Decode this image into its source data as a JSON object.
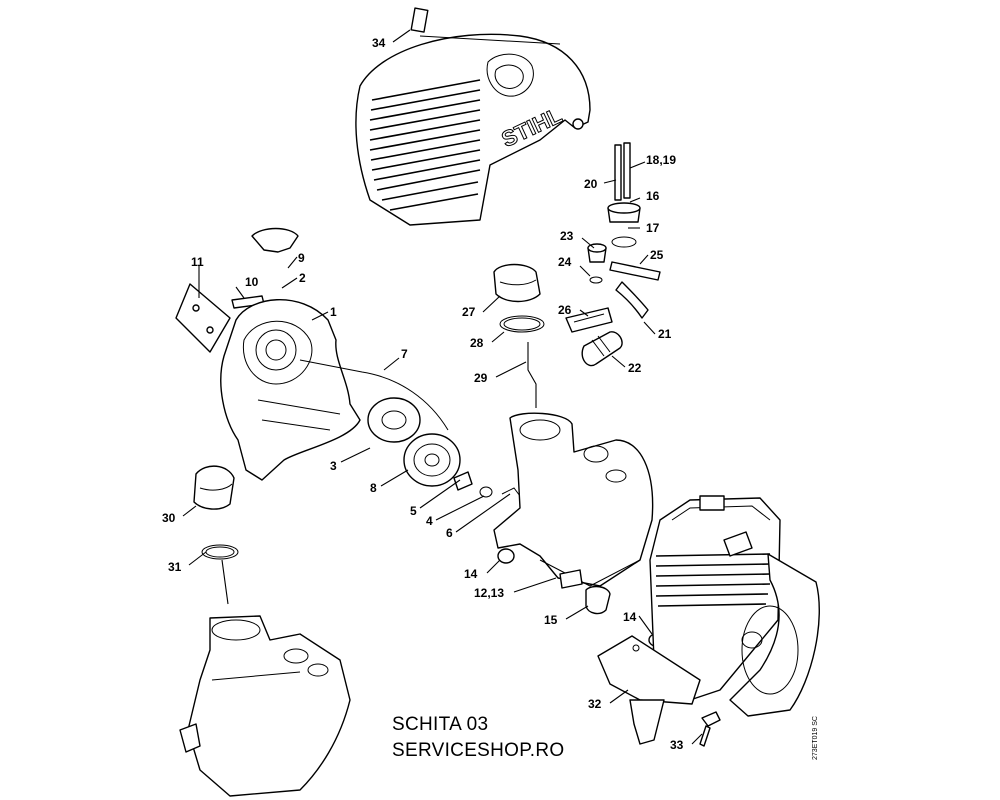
{
  "diagram": {
    "brand_mark": "STIHL",
    "callouts": [
      "34",
      "20",
      "18,19",
      "16",
      "17",
      "23",
      "25",
      "24",
      "27",
      "26",
      "21",
      "28",
      "22",
      "29",
      "9",
      "2",
      "11",
      "10",
      "1",
      "7",
      "3",
      "8",
      "5",
      "4",
      "6",
      "30",
      "31",
      "14",
      "12,13",
      "15",
      "14",
      "32",
      "33"
    ]
  },
  "caption": {
    "line1": "SCHITA 03",
    "line2": "SERVICESHOP.RO"
  },
  "doc_ref": "273ET019 SC"
}
